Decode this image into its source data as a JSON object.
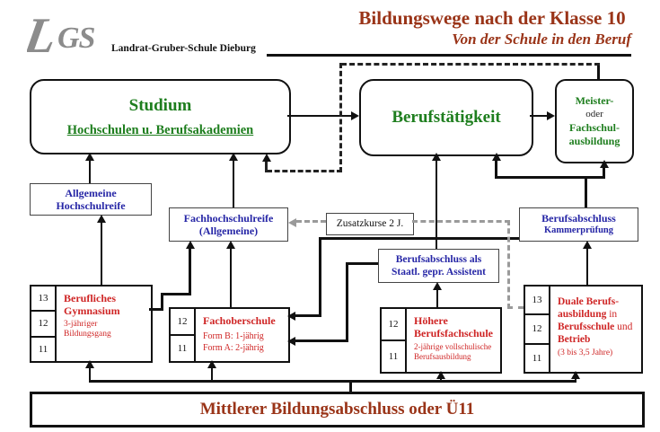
{
  "header": {
    "logo_l": "L",
    "logo_gs": "GS",
    "school_name": "Landrat-Gruber-Schule Dieburg",
    "title": "Bildungswege nach der Klasse 10",
    "subtitle": "Von der Schule in den Beruf"
  },
  "colors": {
    "green": "#1e7e1e",
    "blue": "#2626a6",
    "red": "#cf2626",
    "dark_red": "#9a3418",
    "gray": "#9a9a9a"
  },
  "nodes": {
    "studium": {
      "title": "Studium",
      "subtitle": "Hochschulen u. Berufsakademien"
    },
    "berufstaetigkeit": {
      "label": "Berufstätigkeit"
    },
    "meister": {
      "line1": "Meister-",
      "line2": "oder",
      "line3": "Fachschul-",
      "line4": "ausbildung"
    },
    "allgemeine_hochschulreife": {
      "line1": "Allgemeine",
      "line2": "Hochschulreife"
    },
    "fachhochschulreife": {
      "line1": "Fachhochschulreife",
      "line2": "(Allgemeine)"
    },
    "zusatzkurse": {
      "label": "Zusatzkurse 2 J."
    },
    "berufsabschluss_kammer": {
      "line1": "Berufsabschluss",
      "line2": "Kammerprüfung"
    },
    "berufsabschluss_assistent": {
      "line1": "Berufsabschluss als",
      "line2": "Staatl. gepr. Assistent"
    },
    "berufliches_gymnasium": {
      "grades": [
        "13",
        "12",
        "11"
      ],
      "title1": "Berufliches",
      "title2": "Gymnasium",
      "sub1": "3-jähriger",
      "sub2": "Bildungsgang"
    },
    "fachoberschule": {
      "grades": [
        "12",
        "11"
      ],
      "title": "Fachoberschule",
      "sub1": "Form B: 1-jährig",
      "sub2": "Form A: 2-jährig"
    },
    "hoehere_berufsfachschule": {
      "grades": [
        "12",
        "11"
      ],
      "title1": "Höhere",
      "title2": "Berufsfachschule",
      "sub1": "2-jährige vollschulische",
      "sub2": "Berufsausbildung"
    },
    "duale_berufsausbildung": {
      "grades": [
        "13",
        "12",
        "11"
      ],
      "t1": "Duale Berufs-",
      "t2a": "ausbildung",
      "t2b": " in",
      "t3a": "Berufsschule",
      "t3b": " und",
      "t4": "Betrieb",
      "sub": "(3 bis 3,5 Jahre)"
    },
    "bottom": {
      "label": "Mittlerer Bildungsabschluss oder Ü11"
    }
  }
}
